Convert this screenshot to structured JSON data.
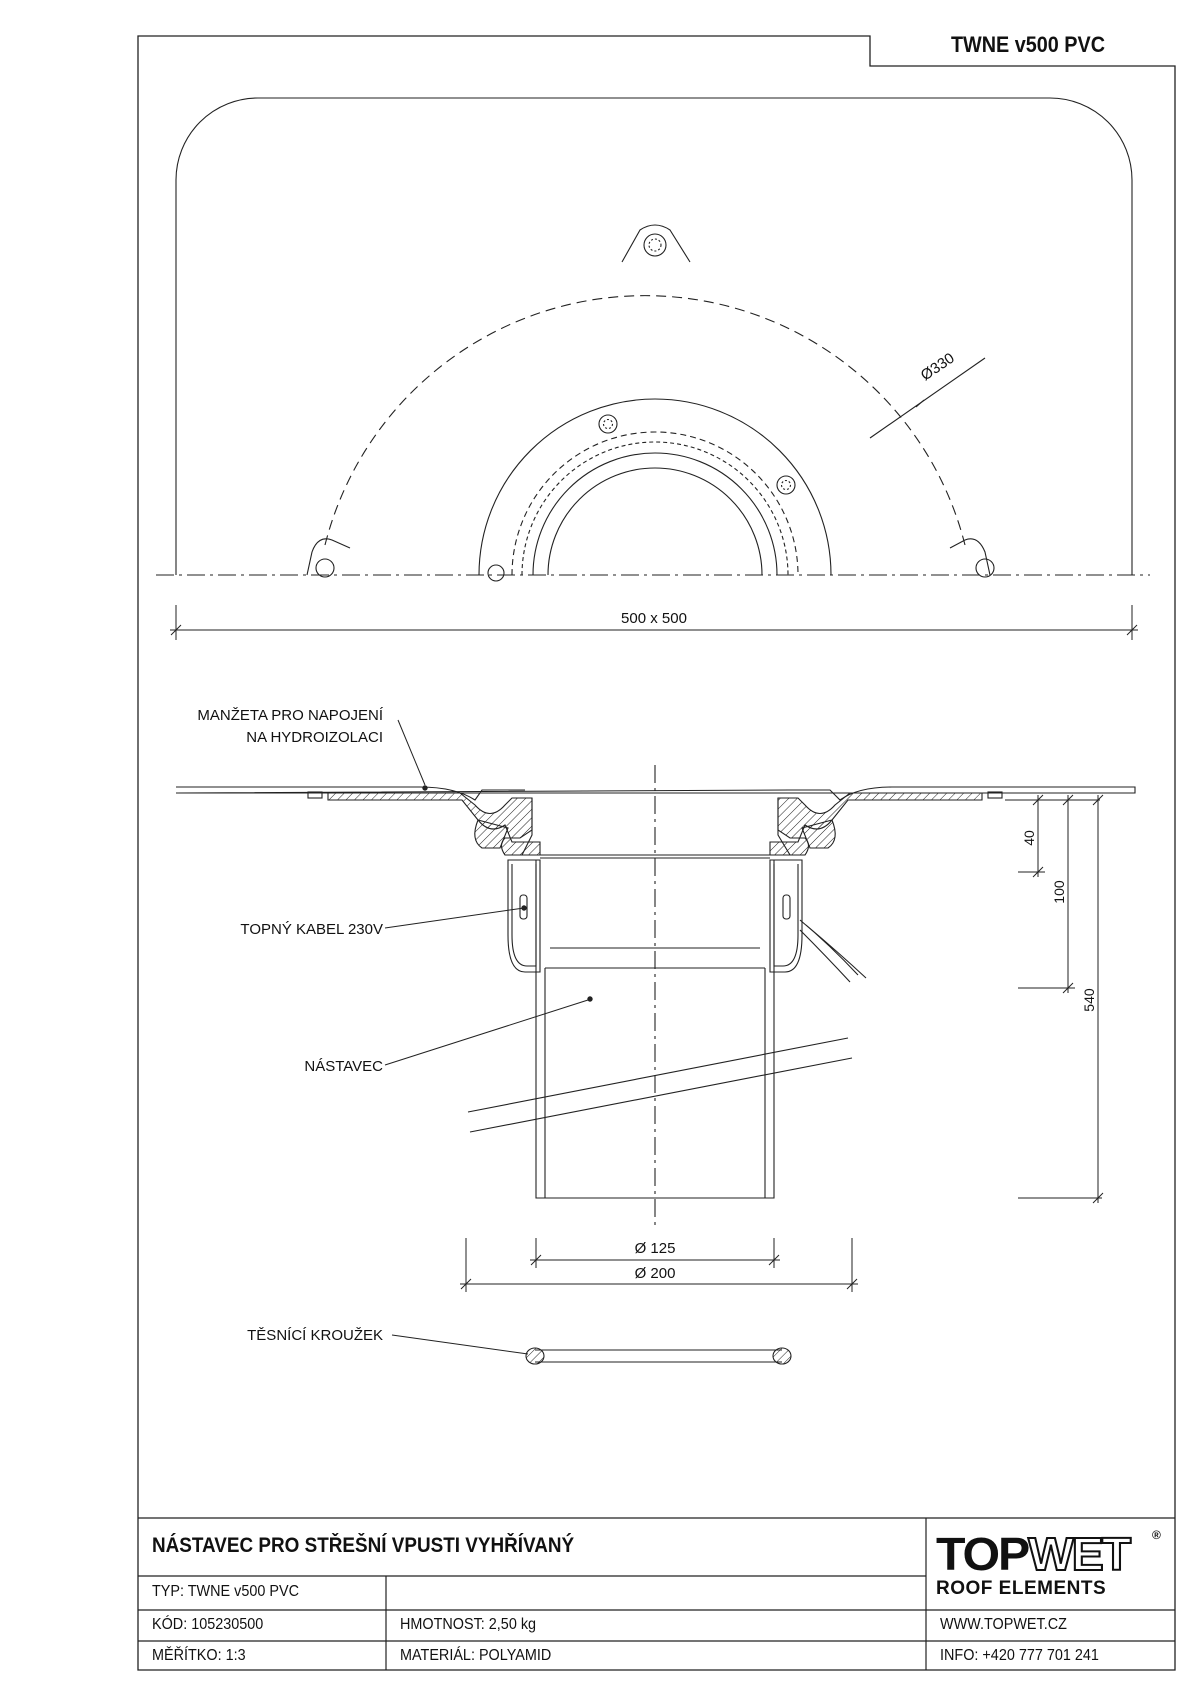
{
  "header": {
    "code_title": "TWNE v500 PVC"
  },
  "plan_view": {
    "dim_diameter": "Ø330",
    "dim_width": "500 x 500"
  },
  "section_view": {
    "label_cuff_line1": "MANŽETA PRO NAPOJENÍ",
    "label_cuff_line2": "NA HYDROIZOLACI",
    "label_cable": "TOPNÝ KABEL 230V",
    "label_extension": "NÁSTAVEC",
    "label_ring": "TĚSNÍCÍ KROUŽEK",
    "dim_40": "40",
    "dim_100": "100",
    "dim_540": "540",
    "dim_d125": "Ø 125",
    "dim_d200": "Ø 200"
  },
  "title_block": {
    "title": "NÁSTAVEC PRO STŘEŠNÍ VPUSTI VYHŘÍVANÝ",
    "type": "TYP: TWNE v500 PVC",
    "code": "KÓD: 105230500",
    "weight": "HMOTNOST:  2,50 kg",
    "scale": "MĚŘÍTKO: 1:3",
    "material": "MATERIÁL: POLYAMID",
    "website": "WWW.TOPWET.CZ",
    "info": "INFO: +420 777 701 241"
  },
  "logo": {
    "word_part1": "TOP",
    "word_part2": "WET",
    "tagline": "ROOF ELEMENTS",
    "registered": "®"
  }
}
